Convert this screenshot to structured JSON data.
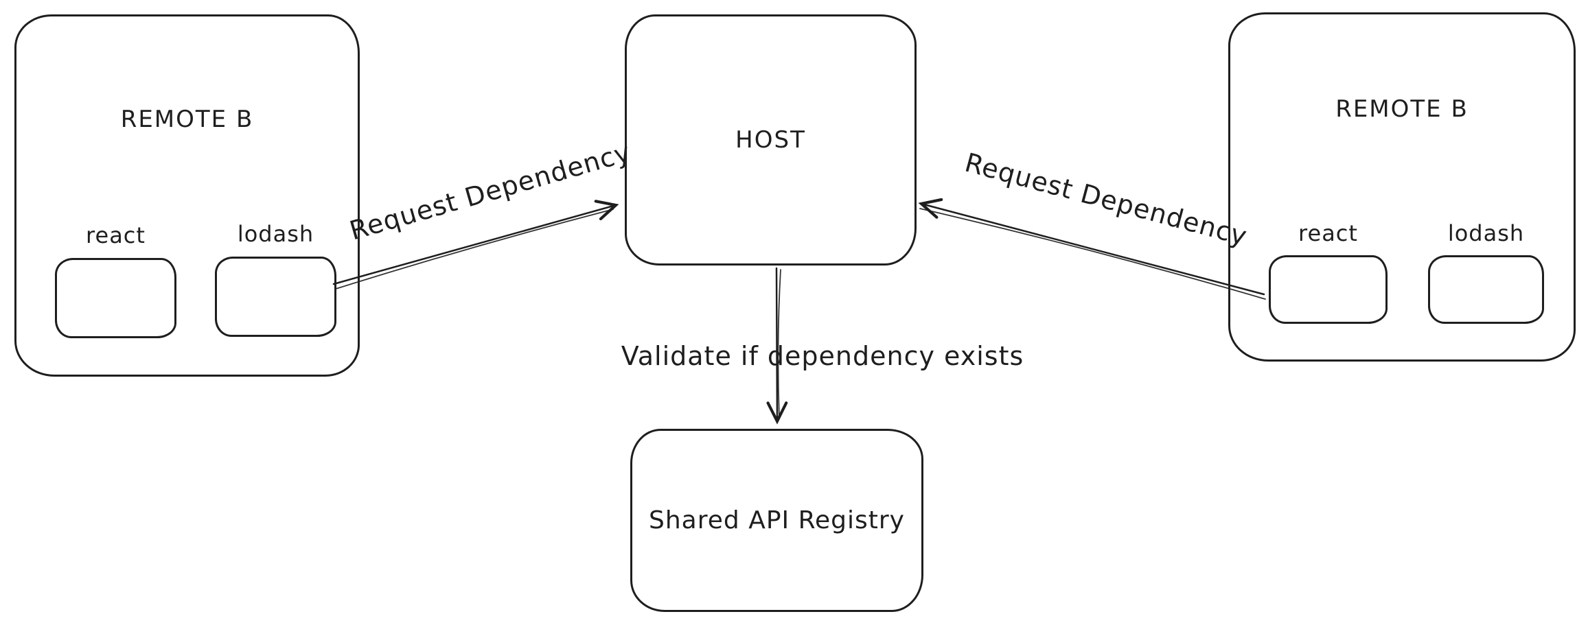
{
  "canvas": {
    "background": "#ffffff",
    "stroke_color": "#1e1e1e"
  },
  "nodes": {
    "remote_left": {
      "title": "REMOTE B",
      "packages": [
        {
          "label": "react"
        },
        {
          "label": "lodash"
        }
      ]
    },
    "host": {
      "title": "HOST"
    },
    "remote_right": {
      "title": "REMOTE B",
      "packages": [
        {
          "label": "react"
        },
        {
          "label": "lodash"
        }
      ]
    },
    "registry": {
      "title": "Shared API Registry"
    }
  },
  "arrows": [
    {
      "id": "left-request",
      "from": "remote_left",
      "to": "host",
      "label": "Request Dependency"
    },
    {
      "id": "right-request",
      "from": "remote_right",
      "to": "host",
      "label": "Request Dependency"
    },
    {
      "id": "validate",
      "from": "host",
      "to": "registry",
      "label": "Validate if dependency exists"
    }
  ]
}
